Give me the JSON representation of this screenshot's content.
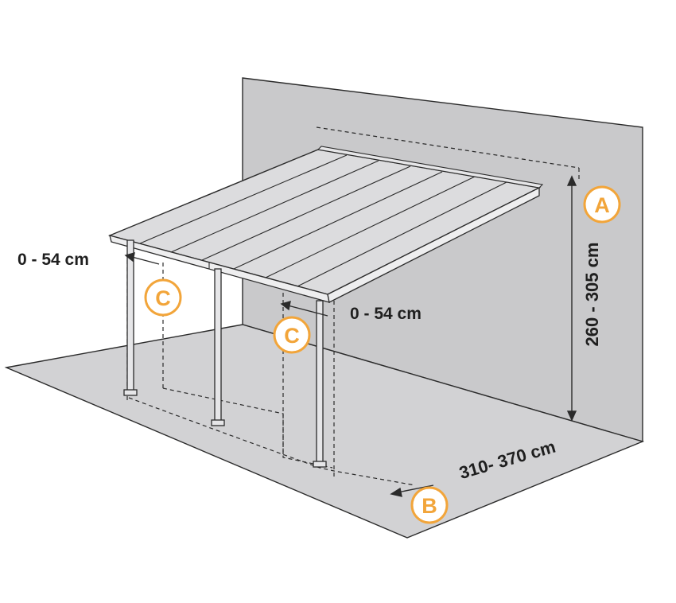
{
  "dimensions": {
    "height_label": "260 - 305 cm",
    "depth_label": "310- 370 cm",
    "overhang_left_label": "0 - 54 cm",
    "overhang_right_label": "0 - 54 cm"
  },
  "markers": {
    "a": "A",
    "b": "B",
    "c_left": "C",
    "c_right": "C"
  },
  "colors": {
    "wall": "#c9c9cb",
    "floor": "#d2d2d4",
    "roof": "#dcdcde",
    "outline": "#2b2b2b",
    "accent": "#f2a53a"
  }
}
